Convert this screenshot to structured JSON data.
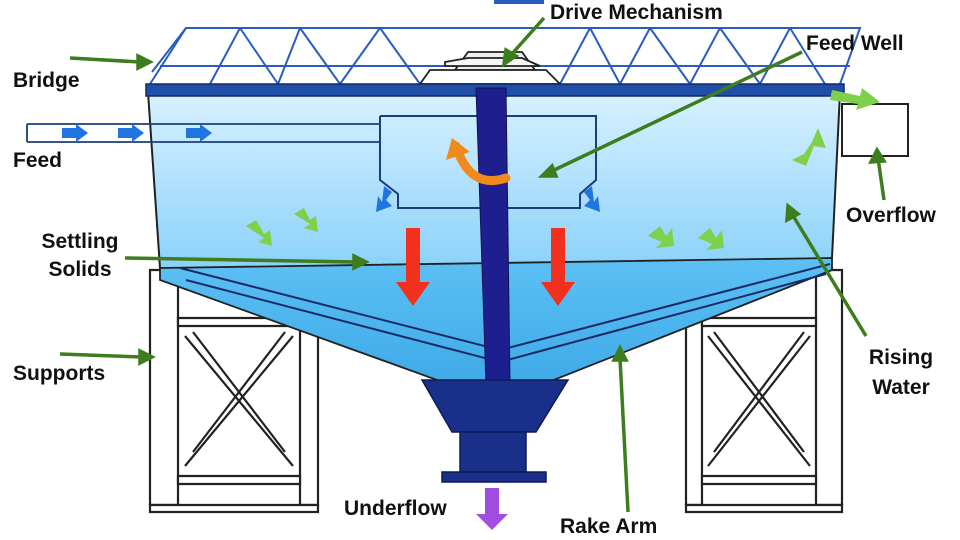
{
  "labels": {
    "drive_mechanism": "Drive Mechanism",
    "feed_well": "Feed Well",
    "bridge": "Bridge",
    "feed": "Feed",
    "overflow": "Overflow",
    "settling_solids_1": "Settling",
    "settling_solids_2": "Solids",
    "supports": "Supports",
    "rising_water_1": "Rising",
    "rising_water_2": "Water",
    "underflow": "Underflow",
    "rake_arm": "Rake Arm"
  },
  "colors": {
    "leader_line": "#3e7d1e",
    "tank_water_top": "#cfeeff",
    "tank_water_bottom": "#4fb8f2",
    "bridge_blue": "#1f4fa8",
    "shaft_navy": "#1d1f8e",
    "feed_arrow": "#1f74e0",
    "settling_arrow": "#f2301e",
    "rising_arrow": "#7fd04a",
    "rotation_arrow": "#f08a1c",
    "underflow_arrow": "#a24de0"
  },
  "icons": {
    "feed_flow": "arrow-right-icon",
    "settling": "arrow-down-icon",
    "rising": "arrow-up-right-icon",
    "rotation": "rotation-arrow-icon",
    "underflow": "arrow-down-icon"
  }
}
